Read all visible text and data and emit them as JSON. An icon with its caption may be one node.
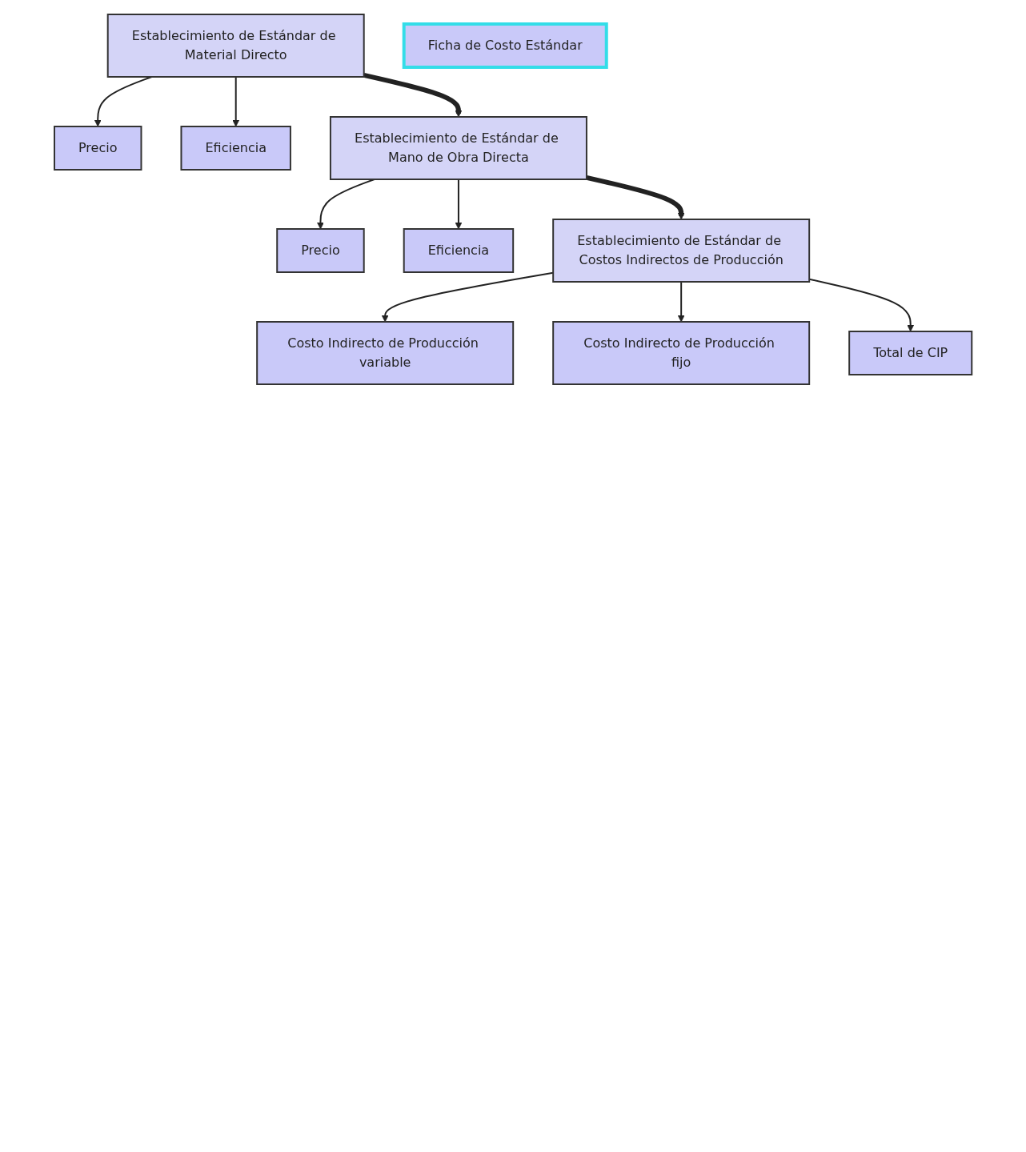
{
  "diagram": {
    "nodes": [
      {
        "text": [
          "Establecimiento de Estándar de Material Directo"
        ]
      },
      {
        "text": [
          "Precio"
        ]
      },
      {
        "text": [
          "Eficiencia"
        ]
      },
      {
        "text": [
          "Establecimiento de Estándar de Mano de Obra Directa"
        ]
      },
      {
        "text": [
          "Precio"
        ]
      },
      {
        "text": [
          "Eficiencia"
        ]
      },
      {
        "text": [
          "Establecimiento de Estándar de Costos Indirectos de Producción"
        ]
      },
      {
        "text": [
          "Costo Indirecto de Producción variable"
        ]
      },
      {
        "text": [
          "Costo Indirecto de Producción fijo"
        ]
      },
      {
        "text": [
          "Total de CIP"
        ]
      },
      {
        "text": [
          "Ficha de Costo Estándar"
        ]
      }
    ],
    "edges": [
      {
        "from": 0,
        "to": 1,
        "arrow": "to"
      },
      {
        "from": 0,
        "to": 2,
        "arrow": "to"
      },
      {
        "from": 0,
        "to": 3,
        "arrow": "to",
        "style": "thick"
      },
      {
        "from": 3,
        "to": 4,
        "arrow": "to"
      },
      {
        "from": 3,
        "to": 5,
        "arrow": "to"
      },
      {
        "from": 3,
        "to": 6,
        "arrow": "to",
        "style": "thick"
      },
      {
        "from": 6,
        "to": 7,
        "arrow": "to"
      },
      {
        "from": 6,
        "to": 8,
        "arrow": "to"
      },
      {
        "from": 6,
        "to": 9,
        "arrow": "to"
      }
    ]
  }
}
